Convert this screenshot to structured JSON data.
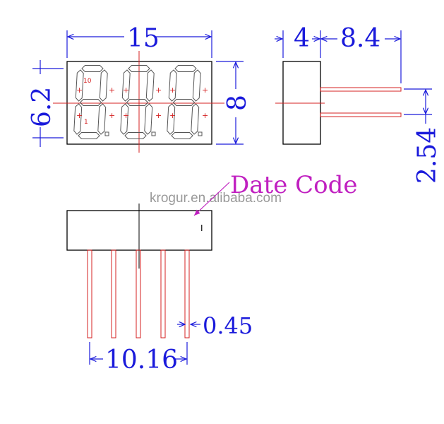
{
  "dimensions": {
    "width": "15",
    "height_digit": "6.2",
    "height_body": "8",
    "depth": "4",
    "pin_length": "8.4",
    "pin_pitch": "2.54",
    "pin_width": "0.45",
    "pin_span": "10.16"
  },
  "labels": {
    "date_code": "Date Code",
    "pin_1": "1",
    "pin_10": "10",
    "marking": "I"
  },
  "watermark": "krogur.en.alibaba.com",
  "colors": {
    "dimension": "#1a1adb",
    "outline": "#000000",
    "centerline": "#d42020",
    "segment": "#555555",
    "pin": "#d42020",
    "date_code": "#c020c0",
    "watermark": "#9a9a9a"
  }
}
